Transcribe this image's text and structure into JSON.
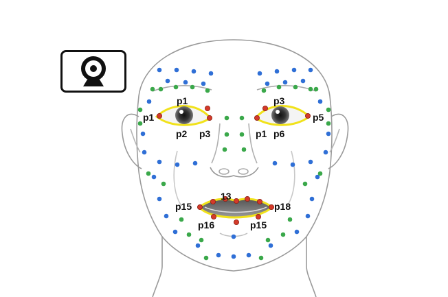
{
  "camera": {
    "icon": "webcam-icon"
  },
  "eye_labels": {
    "left": {
      "top": "p1",
      "outer": "p1",
      "lower_left": "p2",
      "lower_right": "p3"
    },
    "right": {
      "top": "p3",
      "outer_left": "p1",
      "lower": "p6",
      "outer_right": "p5"
    }
  },
  "mouth_labels": {
    "top": "13",
    "left_corner": "p15",
    "right_corner": "p18",
    "bottom_left": "p16",
    "bottom_right": "p15"
  },
  "colors": {
    "landmark_blue": "#2f6fd6",
    "landmark_green": "#3aa84a",
    "landmark_red": "#d43a2a",
    "contour_yellow": "#f1e21a",
    "face_outline": "#9a9a9a"
  }
}
